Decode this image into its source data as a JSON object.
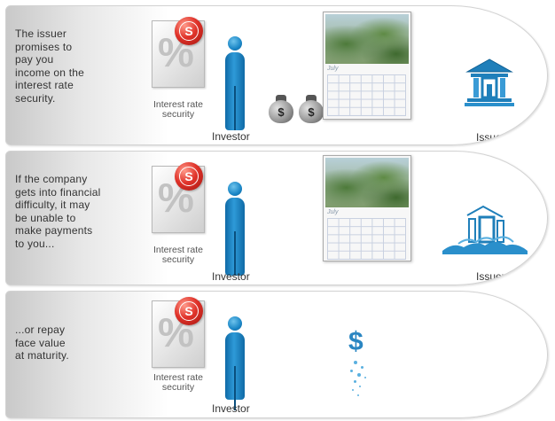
{
  "panels": [
    {
      "description": "The issuer\npromises to\npay you\nincome on the\ninterest rate\nsecurity.",
      "security_label": "Interest rate\nsecurity",
      "investor_label": "Investor",
      "issuer_label": "Issuer",
      "calendar_month": "July",
      "bag_symbol": "$"
    },
    {
      "description": "If the company\ngets into financial\ndifficulty, it may\nbe unable to\nmake payments\nto you...",
      "security_label": "Interest rate\nsecurity",
      "investor_label": "Investor",
      "issuer_label": "Issuer",
      "calendar_month": "July"
    },
    {
      "description": "...or repay\nface value\nat maturity.",
      "security_label": "Interest rate\nsecurity",
      "investor_label": "Investor",
      "fading_symbol": "$"
    }
  ],
  "shared": {
    "percent_symbol": "%",
    "badge_symbol": "S"
  },
  "icons": [
    "percent-document-icon",
    "dollar-badge-icon",
    "investor-figure-icon",
    "money-bag-icon",
    "calendar-icon",
    "bank-icon",
    "collapsing-bank-icon",
    "dissolving-dollar-icon"
  ],
  "colors": {
    "investor_blue": "#1a86c6",
    "badge_red": "#e0332a",
    "bank_blue": "#1f7fba",
    "text": "#333333"
  }
}
